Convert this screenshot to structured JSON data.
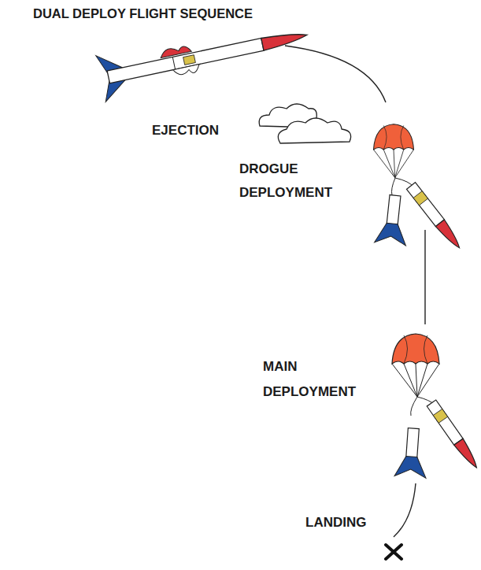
{
  "diagram": {
    "title": "DUAL DEPLOY FLIGHT SEQUENCE",
    "labels": [
      "EJECTION",
      "DROGUE DEPLOYMENT",
      "MAIN DEPLOYMENT",
      "LANDING"
    ]
  }
}
